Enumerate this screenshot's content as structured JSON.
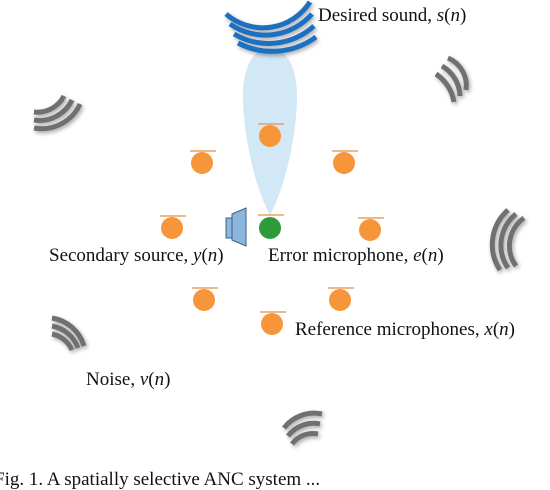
{
  "labels": {
    "desired": {
      "text": "Desired sound, ",
      "var": "s",
      "arg": "n"
    },
    "secondary": {
      "text": "Secondary source, ",
      "var": "y",
      "arg": "n"
    },
    "error": {
      "text": "Error microphone, ",
      "var": "e",
      "arg": "n"
    },
    "reference": {
      "text": "Reference microphones, ",
      "var": "x",
      "arg": "n"
    },
    "noise": {
      "text": "Noise, ",
      "var": "v",
      "arg": "n"
    }
  },
  "caption_fragment": "Fig. 1. A spatially selective ANC system ...",
  "colors": {
    "reference_mic": "#f7953a",
    "error_mic": "#2e9a3a",
    "desired_wave": "#1e6fbf",
    "beam": "#d3e8f7",
    "noise_wave": "#707070",
    "speaker": "#8cb6dd",
    "mic_line": "#e8a060"
  },
  "icons": {
    "desired": "sound-wave-icon",
    "noise": "noise-wave-icon",
    "reference_mic": "microphone-icon",
    "error_mic": "microphone-icon",
    "speaker": "loudspeaker-icon"
  }
}
